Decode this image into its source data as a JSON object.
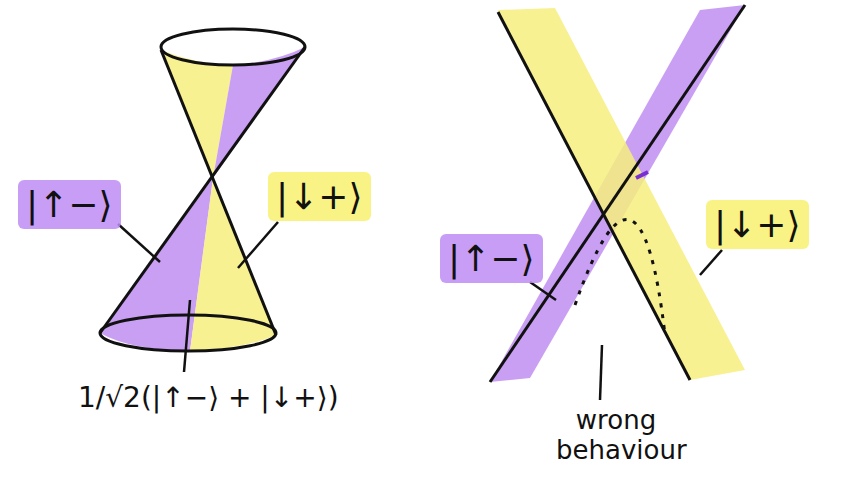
{
  "diagram": {
    "labels": [
      "|↑−⟩",
      "|↓+⟩",
      "1/√2(|↑−⟩ + |↓+⟩)",
      "|↑−⟩",
      "|↓+⟩",
      "wrong behaviour"
    ]
  }
}
